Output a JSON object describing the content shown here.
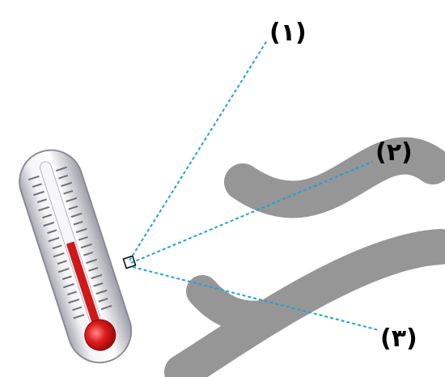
{
  "labels": [
    {
      "text": "(۱)"
    },
    {
      "text": "(۲)"
    },
    {
      "text": "(۳)"
    }
  ],
  "colors": {
    "leader_line": "#1fa3d6",
    "watermark": "#8e8e8e",
    "mercury": "#d01818",
    "bulb": "#e02020",
    "thermometer_body": "#e8e8ee"
  }
}
